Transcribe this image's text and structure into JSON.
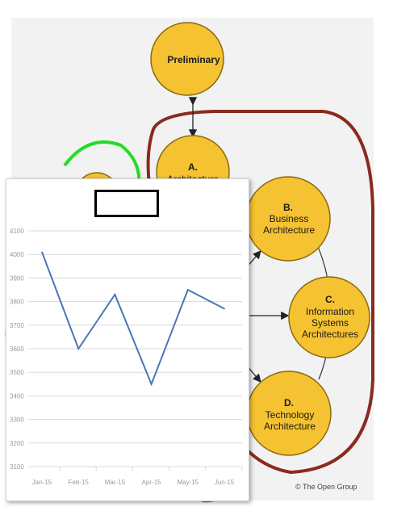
{
  "diagram": {
    "nodes": [
      {
        "letter": "",
        "lines": [
          "Preliminary"
        ]
      },
      {
        "letter": "A.",
        "lines": [
          "Architecture"
        ]
      },
      {
        "letter": "B.",
        "lines": [
          "Business",
          "Architecture"
        ]
      },
      {
        "letter": "C.",
        "lines": [
          "Information",
          "Systems",
          "Architectures"
        ]
      },
      {
        "letter": "D.",
        "lines": [
          "Technology",
          "Architecture"
        ]
      }
    ],
    "copyright": "© The Open Group",
    "colors": {
      "bubble": "#f5c231",
      "bubble_stroke": "#b8860b",
      "loop_red": "#8b2a1e",
      "loop_green": "#22dd22",
      "loop_blue": "#1fa3e0"
    }
  },
  "chart_data": {
    "type": "line",
    "title": "",
    "categories": [
      "Jan-15",
      "Feb-15",
      "Mar-15",
      "Apr-15",
      "May-15",
      "Jun-15"
    ],
    "yticks": [
      "4100",
      "4000",
      "3900",
      "3800",
      "3700",
      "3600",
      "3500",
      "3400",
      "3300",
      "3200",
      "3100"
    ],
    "ylim": [
      3100,
      4100
    ],
    "series": [
      {
        "values": [
          4010,
          3600,
          3830,
          3450,
          3850,
          3770
        ],
        "color": "#4a76b5"
      }
    ],
    "grid": true
  }
}
